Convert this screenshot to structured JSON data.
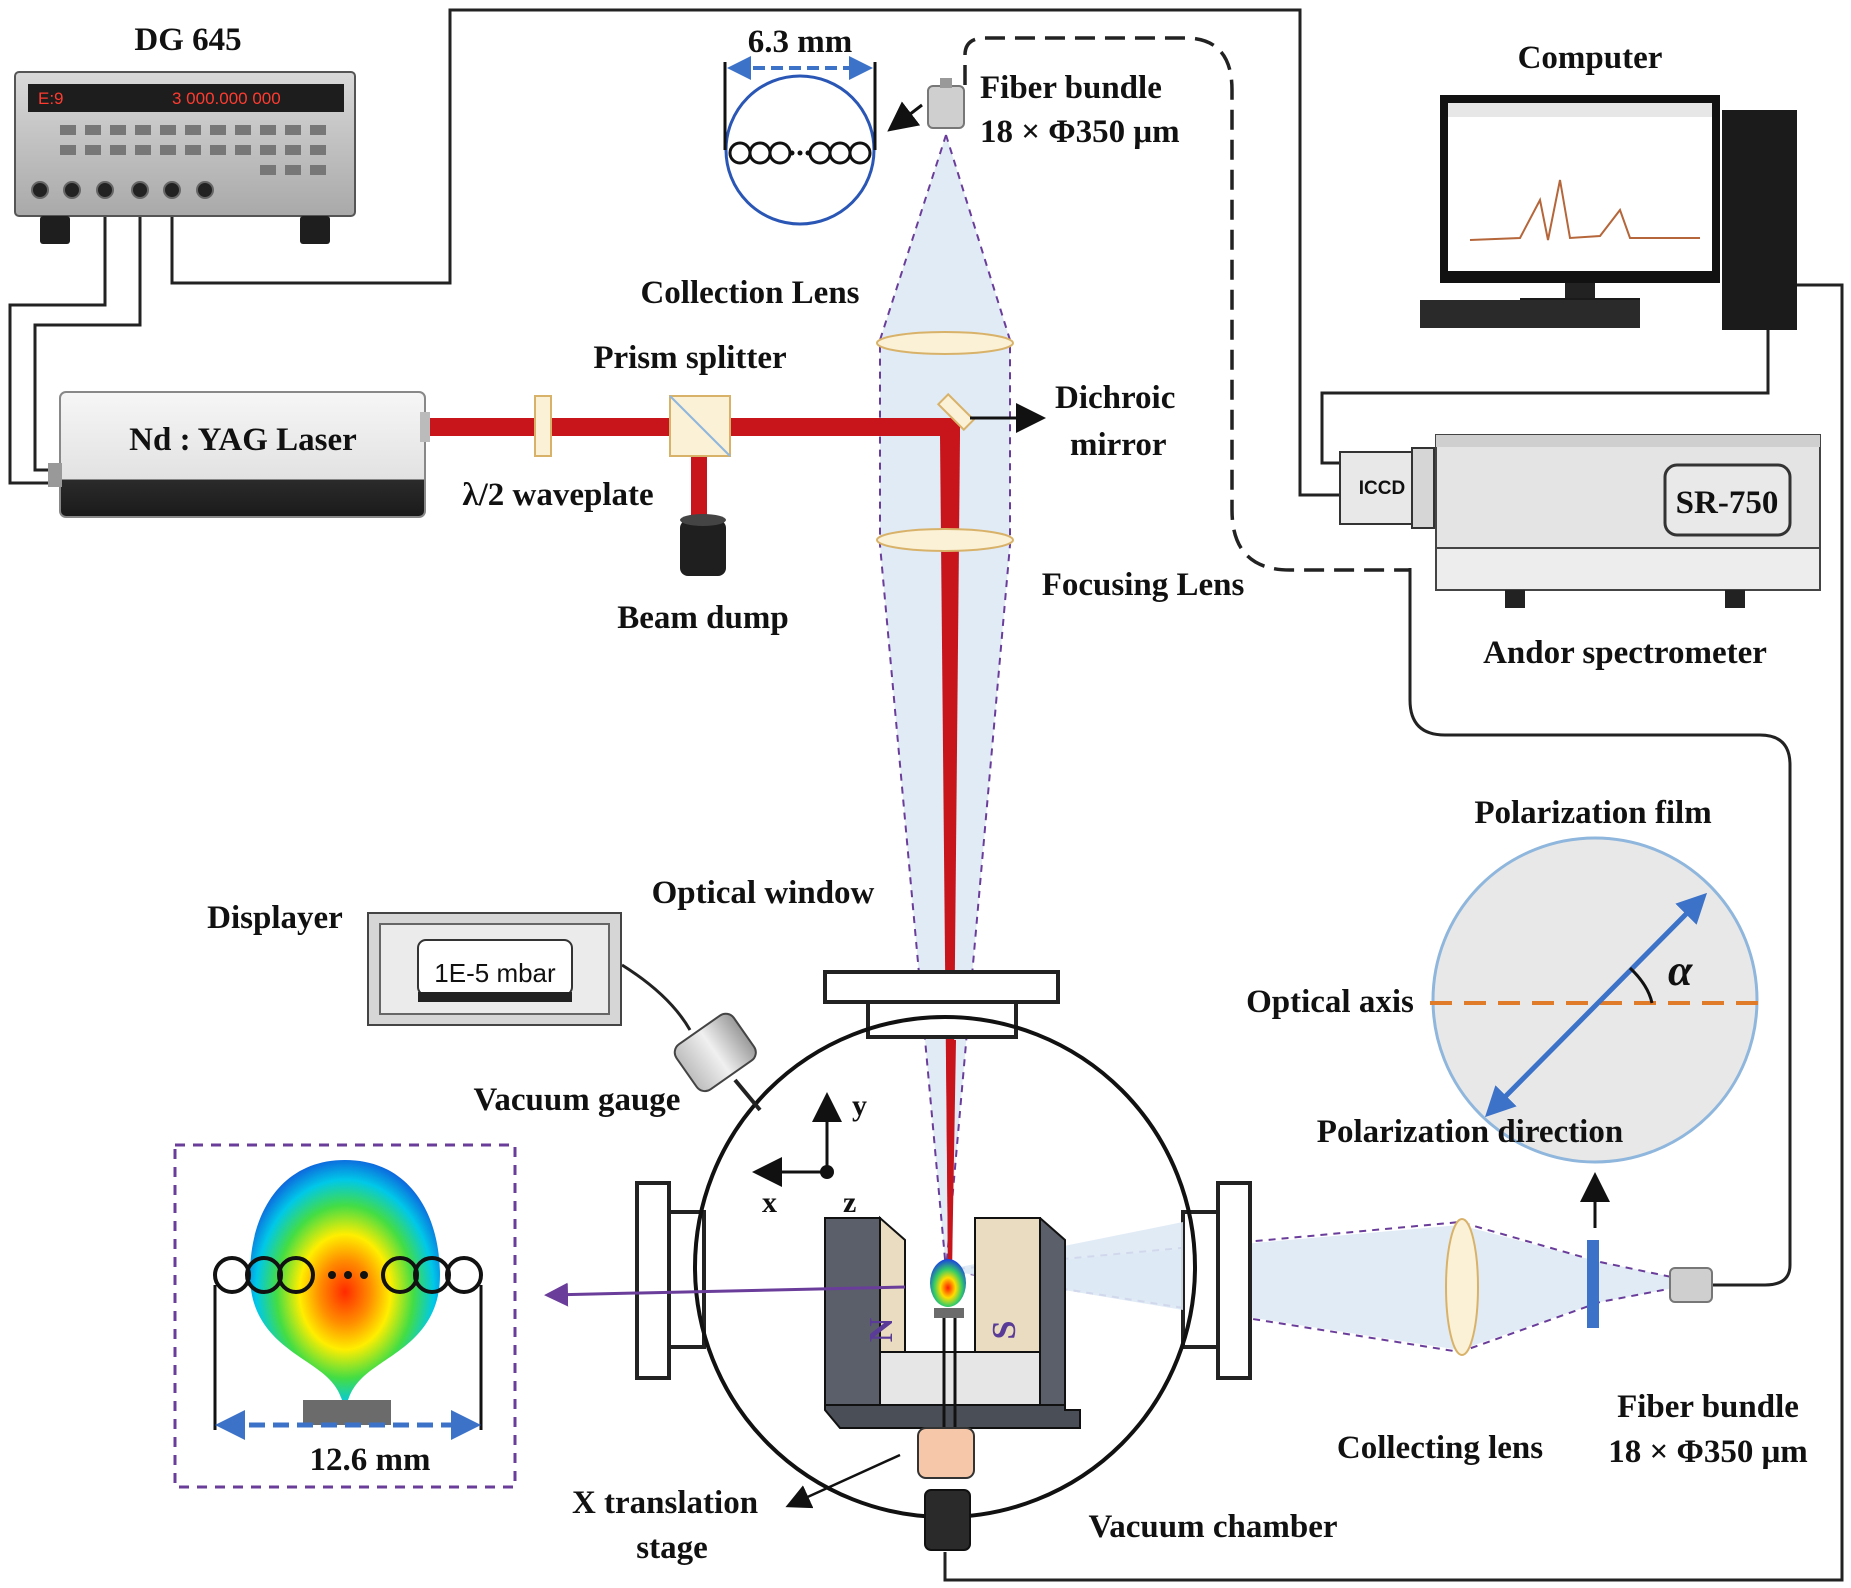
{
  "labels": {
    "dg645": "DG 645",
    "dg645_display_left": "E:9",
    "dg645_display_right": "3 000.000 000",
    "spot_width": "6.3 mm",
    "fiber_bundle_top": "Fiber bundle",
    "fiber_spec_top": "18 × Φ350 μm",
    "computer": "Computer",
    "collection_lens": "Collection Lens",
    "prism_splitter": "Prism splitter",
    "dichroic_line1": "Dichroic",
    "dichroic_line2": "mirror",
    "laser": "Nd : YAG Laser",
    "waveplate": "λ/2 waveplate",
    "beam_dump": "Beam dump",
    "focusing_lens": "Focusing Lens",
    "iccd": "ICCD",
    "spectrometer_model": "SR-750",
    "andor": "Andor spectrometer",
    "polarization_film": "Polarization film",
    "optical_window": "Optical window",
    "displayer": "Displayer",
    "pressure": "1E-5 mbar",
    "optical_axis": "Optical axis",
    "alpha": "α",
    "polarization_direction": "Polarization direction",
    "vacuum_gauge": "Vacuum gauge",
    "axis_y": "y",
    "axis_x": "x",
    "axis_z": "z",
    "magnet_n": "N",
    "magnet_s": "S",
    "plume_width": "12.6 mm",
    "collecting_lens": "Collecting lens",
    "fiber_bundle_bottom": "Fiber bundle",
    "fiber_spec_bottom": "18 × Φ350 μm",
    "x_stage_line1": "X translation",
    "x_stage_line2": "stage",
    "vacuum_chamber": "Vacuum chamber"
  },
  "colors": {
    "laser_beam": "#c8141b",
    "light_cone": "#dde9f5",
    "dashed_outline": "#6a3d9a",
    "accent_blue": "#3c73c8",
    "optical_axis": "#e07b2a",
    "film_fill": "#e8e8e8",
    "film_edge": "#8fb6dc",
    "lens_fill": "#fbf1d6"
  },
  "icons": [
    "delay-generator-icon",
    "laser-head-icon",
    "computer-icon",
    "spectrometer-icon",
    "vacuum-gauge-icon",
    "displayer-icon",
    "magnet-icon",
    "fiber-collimator-icon"
  ]
}
